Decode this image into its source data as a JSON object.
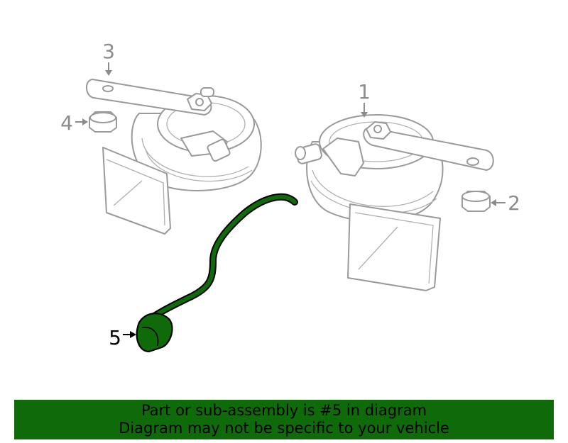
{
  "callouts": {
    "c1": "1",
    "c2": "2",
    "c3": "3",
    "c4": "4",
    "c5": "5"
  },
  "banner": {
    "line1": "Part or sub-assembly is #5 in diagram",
    "line2": "Diagram may not be specific to your vehicle"
  },
  "colors": {
    "highlight": "#0f6a0a",
    "banner_bg": "#0f6a0a",
    "line_gray": "#9a9a9a"
  }
}
